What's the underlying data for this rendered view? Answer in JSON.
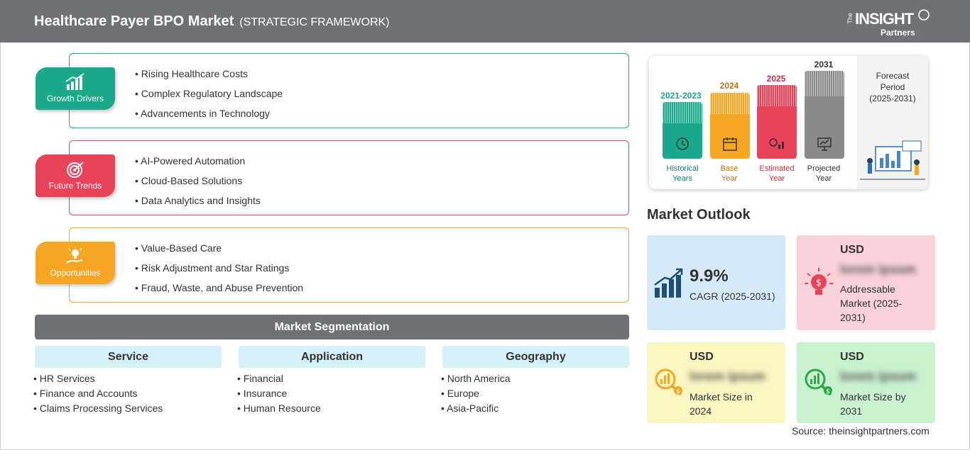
{
  "header": {
    "title": "Healthcare Payer BPO Market",
    "subtitle": "(STRATEGIC FRAMEWORK)",
    "logo_the": "The",
    "logo_insight": "INSIGHT",
    "logo_partners": "Partners"
  },
  "colors": {
    "header_bg": "#6e7176",
    "growth": "#1aa98a",
    "trends": "#e84359",
    "opportunities": "#f5a623",
    "segment_head_bg": "#d5f1f8"
  },
  "framework": [
    {
      "label": "Growth Drivers",
      "icon": "growth-chart-icon",
      "items": [
        "Rising Healthcare Costs",
        "Complex Regulatory Landscape",
        "Advancements in Technology"
      ]
    },
    {
      "label": "Future Trends",
      "icon": "target-icon",
      "items": [
        "AI-Powered Automation",
        "Cloud-Based Solutions",
        "Data Analytics and Insights"
      ]
    },
    {
      "label": "Opportunities",
      "icon": "lightbulb-hand-icon",
      "items": [
        "Value-Based Care",
        "Risk Adjustment and Star Ratings",
        "Fraud, Waste, and Abuse Prevention"
      ]
    }
  ],
  "segmentation": {
    "title": "Market Segmentation",
    "columns": [
      {
        "heading": "Service",
        "items": [
          "HR Services",
          "Finance and Accounts",
          "Claims Processing Services"
        ]
      },
      {
        "heading": "Application",
        "items": [
          "Financial",
          "Insurance",
          "Human Resource"
        ]
      },
      {
        "heading": "Geography",
        "items": [
          "North America",
          "Europe",
          "Asia-Pacific"
        ]
      }
    ]
  },
  "timeline": {
    "bars": [
      {
        "year": "2021-2023",
        "label_1": "Historical",
        "label_2": "Years",
        "color": "#1aa98a",
        "icon": "history-icon"
      },
      {
        "year": "2024",
        "label_1": "Base",
        "label_2": "Year",
        "color": "#f5a623",
        "icon": "calendar-icon"
      },
      {
        "year": "2025",
        "label_1": "Estimated",
        "label_2": "Year",
        "color": "#e84359",
        "icon": "gear-chart-icon"
      },
      {
        "year": "2031",
        "label_1": "Projected",
        "label_2": "Year",
        "color": "#8a8a8a",
        "icon": "presentation-icon"
      }
    ],
    "forecast_title": "Forecast",
    "forecast_title_2": "Period",
    "forecast_range": "(2025-2031)"
  },
  "outlook": {
    "title": "Market Outlook",
    "cagr_value": "9.9%",
    "cagr_label": "CAGR (2025-2031)",
    "addressable_currency": "USD",
    "addressable_value": "lorem ipsum",
    "addressable_label": "Addressable Market (2025-2031)",
    "size2024_currency": "USD",
    "size2024_value": "lorem ipsum",
    "size2024_label": "Market Size in 2024",
    "size2031_currency": "USD",
    "size2031_value": "lorem ipsum",
    "size2031_label": "Market Size by 2031"
  },
  "source": "Source: theinsightpartners.com"
}
